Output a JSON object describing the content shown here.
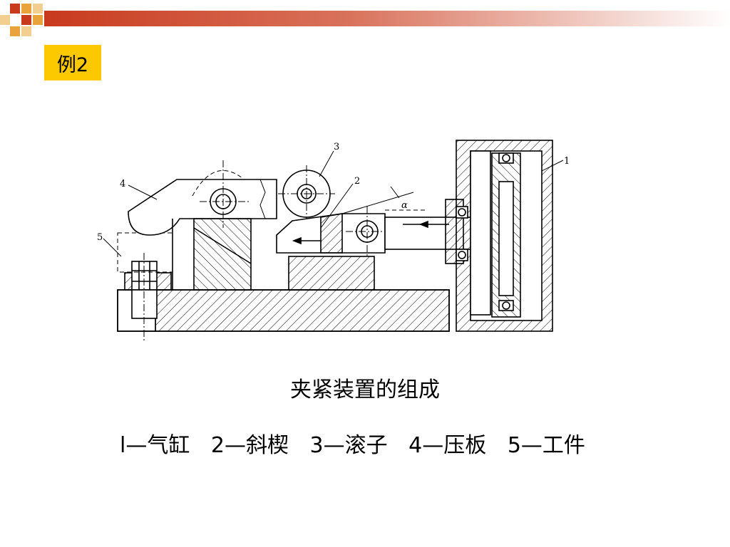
{
  "slide": {
    "badge": "例2",
    "caption": "夹紧装置的组成",
    "legend": [
      "l—气缸",
      "2—斜楔",
      "3—滚子",
      "4—压板",
      "5—工件"
    ]
  },
  "diagram": {
    "part_labels": [
      "1",
      "2",
      "3",
      "4",
      "5"
    ],
    "angle_label": "α"
  },
  "colors": {
    "badge": "#fcc800",
    "band_red": "#c83a1e",
    "band_orange": "#e8a33c"
  }
}
